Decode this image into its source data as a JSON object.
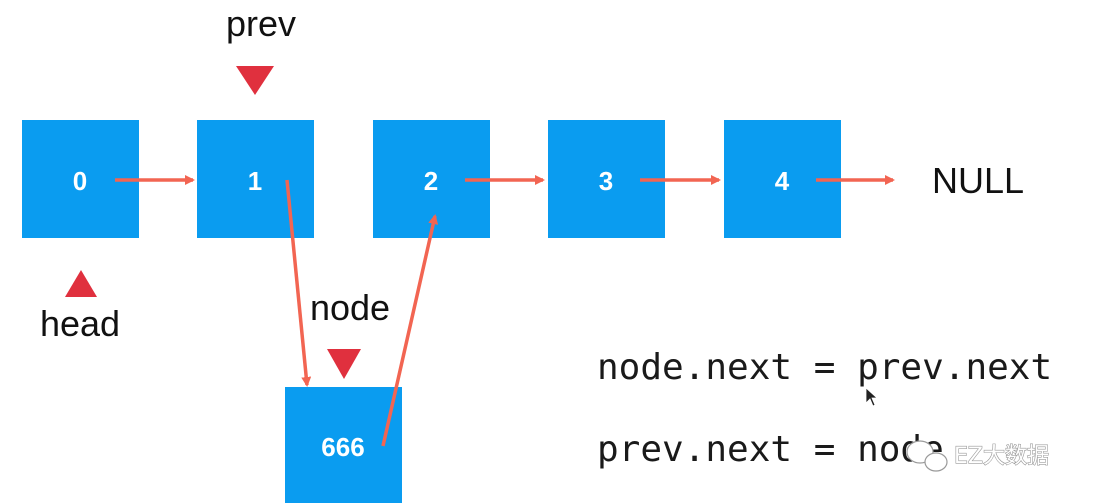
{
  "nodes": [
    {
      "id": "n0",
      "value": "0"
    },
    {
      "id": "n1",
      "value": "1"
    },
    {
      "id": "n2",
      "value": "2"
    },
    {
      "id": "n3",
      "value": "3"
    },
    {
      "id": "n4",
      "value": "4"
    },
    {
      "id": "n666",
      "value": "666"
    }
  ],
  "null_label": "NULL",
  "pointers": {
    "prev": "prev",
    "head": "head",
    "node": "node"
  },
  "code": [
    "node.next = prev.next",
    "prev.next = node"
  ],
  "watermark": "EZ大数据",
  "colors": {
    "node_fill": "#0a9cf0",
    "arrow": "#f26552",
    "pointer": "#e0303e",
    "text": "#111111"
  }
}
